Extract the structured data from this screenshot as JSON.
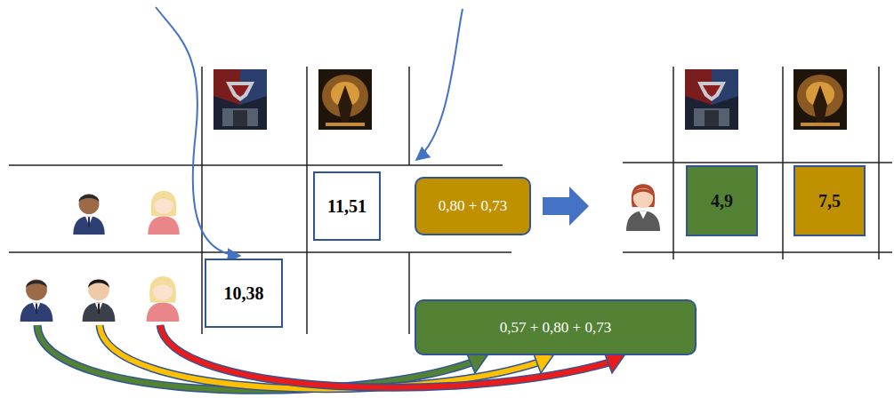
{
  "diagram": {
    "nodes": [
      {
        "text": [
          "11,51"
        ]
      },
      {
        "text": [
          "10,38"
        ]
      },
      {
        "text": [
          "0,80 + 0,73"
        ]
      },
      {
        "text": [
          "0,57 + 0,80 + 0,73"
        ]
      },
      {
        "text": [
          "4,9"
        ]
      },
      {
        "text": [
          "7,5"
        ]
      }
    ]
  }
}
